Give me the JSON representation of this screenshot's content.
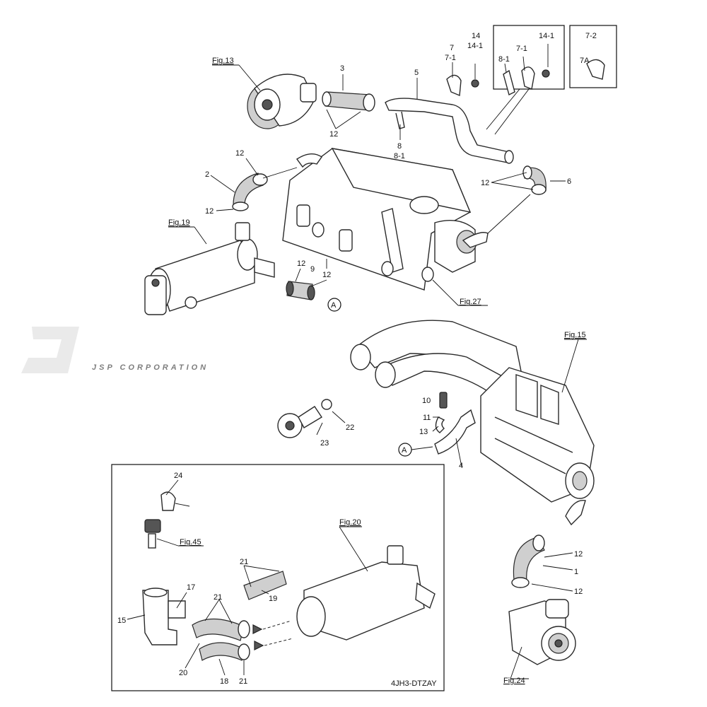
{
  "watermark": {
    "text": "JSP CORPORATION"
  },
  "model_code": "4JH3-DTZAY",
  "fig_refs": {
    "fig13": "Fig.13",
    "fig19": "Fig.19",
    "fig27": "Fig.27",
    "fig15": "Fig.15",
    "fig45": "Fig.45",
    "fig20": "Fig.20",
    "fig24": "Fig.24"
  },
  "connector": "A",
  "part_numbers": {
    "p1": "1",
    "p2": "2",
    "p3": "3",
    "p4": "4",
    "p5": "5",
    "p6": "6",
    "p7": "7",
    "p7_1a": "7-1",
    "p7_1b": "7-1",
    "p7_2": "7-2",
    "p7a": "7A",
    "p8": "8",
    "p8_1a": "8-1",
    "p8_1b": "8-1",
    "p9": "9",
    "p10": "10",
    "p11": "11",
    "p12a": "12",
    "p12b": "12",
    "p12c": "12",
    "p12d": "12",
    "p12e": "12",
    "p12f": "12",
    "p12g": "12",
    "p12h": "12",
    "p13": "13",
    "p14": "14",
    "p14_1a": "14-1",
    "p14_1b": "14-1",
    "p15": "15",
    "p17": "17",
    "p18": "18",
    "p19": "19",
    "p20": "20",
    "p21a": "21",
    "p21b": "21",
    "p21c": "21",
    "p22": "22",
    "p23": "23",
    "p24": "24"
  }
}
